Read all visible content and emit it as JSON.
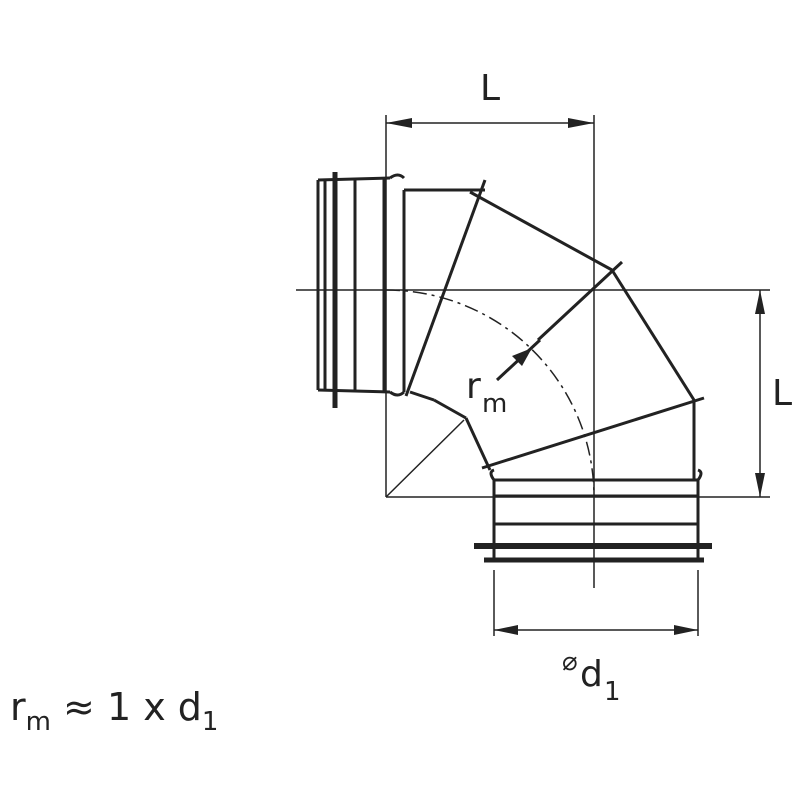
{
  "labels": {
    "length_top": "L",
    "length_right": "L",
    "radius_symbol": "r",
    "radius_subscript": "m",
    "diameter_prefix": "⌀",
    "diameter_symbol": "d",
    "diameter_subscript": "1"
  },
  "formula": {
    "lhs": "r",
    "lhs_sub": "m",
    "approx": " ≈ 1 x d",
    "rhs_sub": "1"
  },
  "colors": {
    "line": "#222222",
    "background": "#ffffff"
  }
}
